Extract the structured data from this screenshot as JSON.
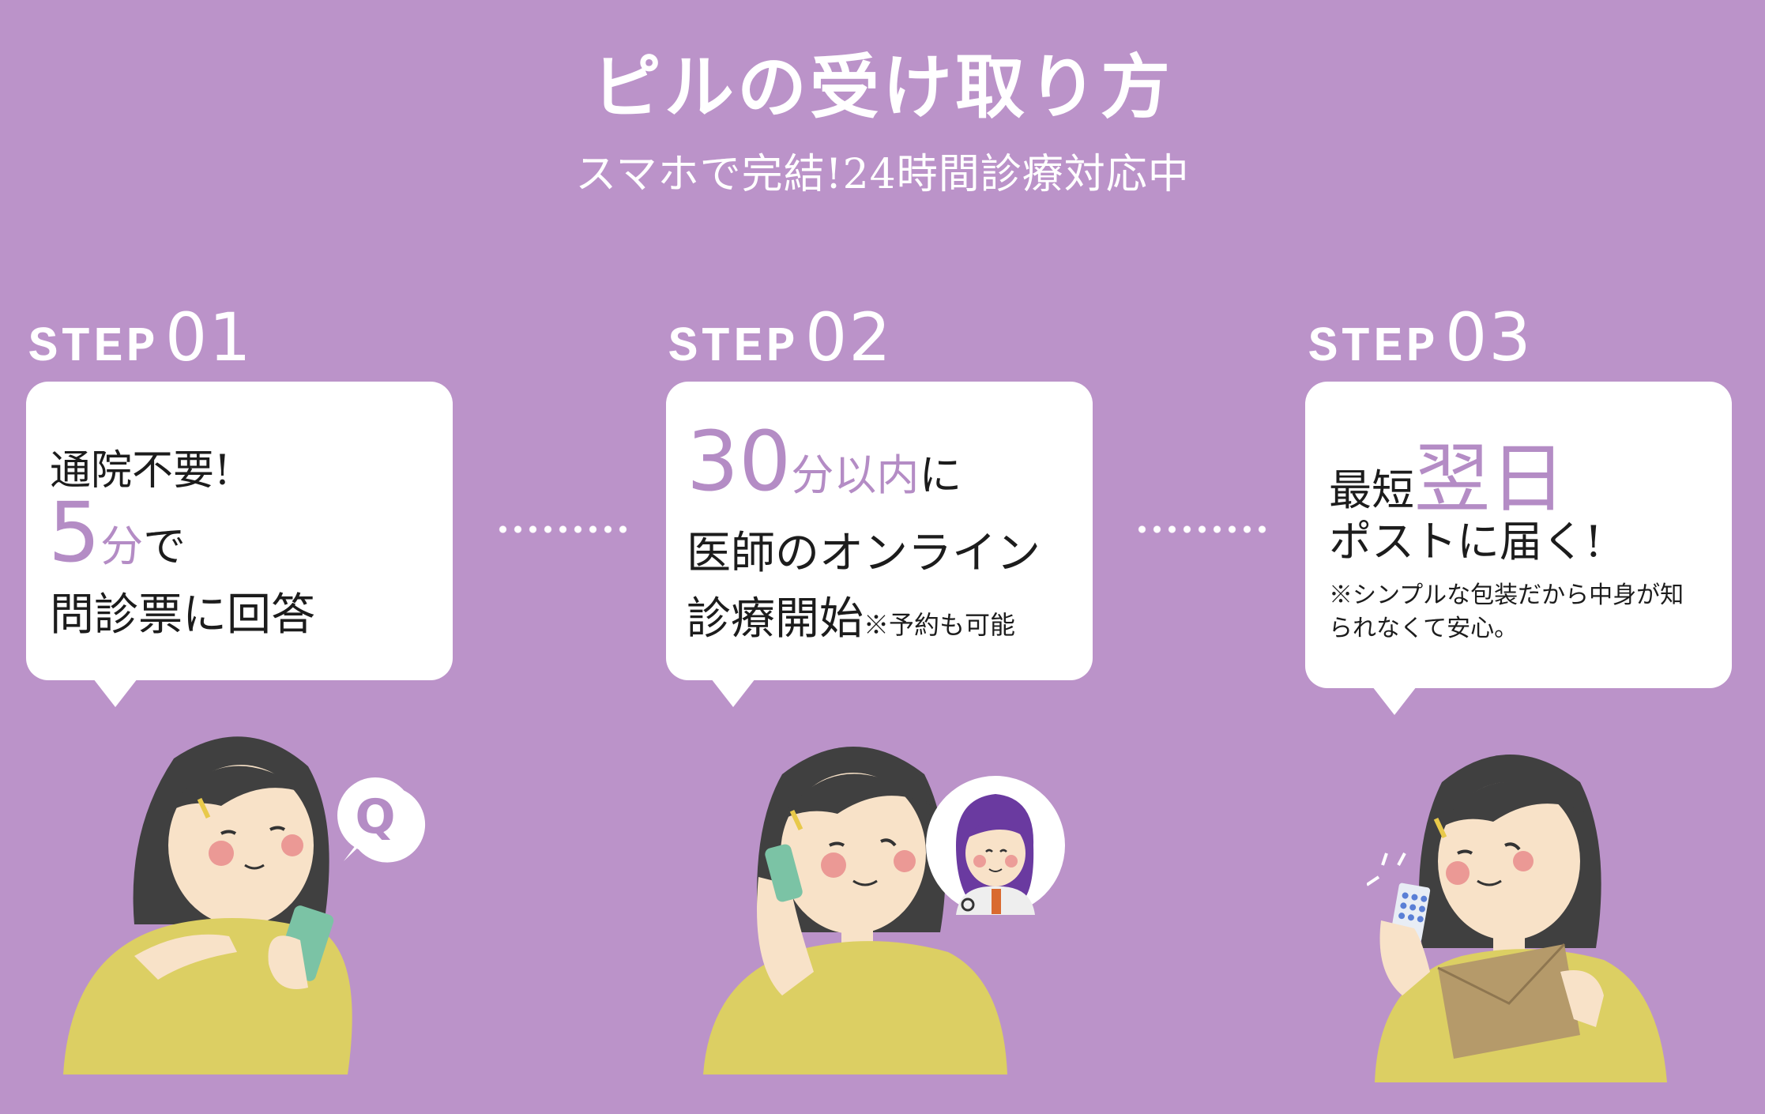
{
  "header": {
    "title": "ピルの受け取り方",
    "subtitle": "スマホで完結!24時間診療対応中"
  },
  "steps": [
    {
      "word": "STEP",
      "num": "01",
      "line1": "通院不要!",
      "big": "5",
      "unit": "分",
      "after": "で",
      "line3": "問診票に回答"
    },
    {
      "word": "STEP",
      "num": "02",
      "big": "30",
      "accent": "分以内",
      "after": "に",
      "line2": "医師のオンライン",
      "line3": "診療開始",
      "note": "※予約も可能"
    },
    {
      "word": "STEP",
      "num": "03",
      "pre": "最短",
      "accent": "翌日",
      "line2": "ポストに届く!",
      "note1": "※シンプルな包装だから中身が知",
      "note2": "られなくて安心。"
    }
  ],
  "illustrations": {
    "q_bubble_letter": "Q"
  },
  "colors": {
    "background": "#bb93c9",
    "accent": "#b48cc5",
    "shirt": "#dccf63",
    "hair": "#404040",
    "skin": "#f8e2c8",
    "phone": "#7bc3a5"
  }
}
